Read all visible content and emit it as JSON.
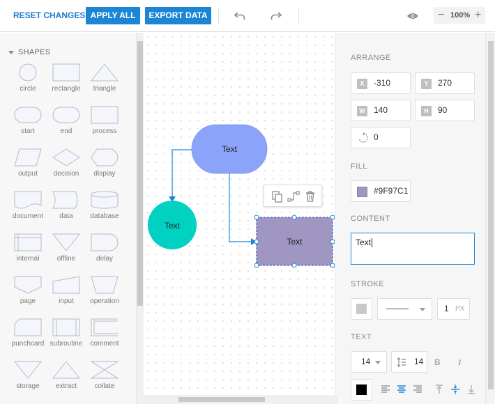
{
  "toolbar": {
    "reset_label": "RESET CHANGES",
    "apply_label": "APPLY ALL",
    "export_label": "EXPORT DATA",
    "zoom_value": "100%",
    "zoom_minus": "−",
    "zoom_plus": "+"
  },
  "sidebar": {
    "section_title": "SHAPES",
    "shapes": [
      {
        "name": "circle",
        "label": "circle"
      },
      {
        "name": "rectangle",
        "label": "rectangle"
      },
      {
        "name": "triangle",
        "label": "triangle"
      },
      {
        "name": "start",
        "label": "start"
      },
      {
        "name": "end",
        "label": "end"
      },
      {
        "name": "process",
        "label": "process"
      },
      {
        "name": "output",
        "label": "output"
      },
      {
        "name": "decision",
        "label": "decision"
      },
      {
        "name": "display",
        "label": "display"
      },
      {
        "name": "document",
        "label": "document"
      },
      {
        "name": "data",
        "label": "data"
      },
      {
        "name": "database",
        "label": "database"
      },
      {
        "name": "internal",
        "label": "internal"
      },
      {
        "name": "offline",
        "label": "offline"
      },
      {
        "name": "delay",
        "label": "delay"
      },
      {
        "name": "page",
        "label": "page"
      },
      {
        "name": "input",
        "label": "input"
      },
      {
        "name": "operation",
        "label": "operation"
      },
      {
        "name": "punchcard",
        "label": "punchcard"
      },
      {
        "name": "subroutine",
        "label": "subroutine"
      },
      {
        "name": "comment",
        "label": "comment"
      },
      {
        "name": "storage",
        "label": "storage"
      },
      {
        "name": "extract",
        "label": "extract"
      },
      {
        "name": "collate",
        "label": "collate"
      }
    ]
  },
  "canvas": {
    "shape_start_text": "Text",
    "shape_circle_text": "Text",
    "shape_rect_text": "Text",
    "colors": {
      "start_fill": "#8ba4f9",
      "circle_fill": "#00d1c1",
      "rect_fill": "#9f97c1",
      "connector": "#1c86d6"
    }
  },
  "properties": {
    "arrange": {
      "title": "ARRANGE",
      "x_label": "X",
      "x": "-310",
      "y_label": "Y",
      "y": "270",
      "w_label": "W",
      "w": "140",
      "h_label": "H",
      "h": "90",
      "rotation": "0"
    },
    "fill": {
      "title": "FILL",
      "color": "#9F97C1"
    },
    "content": {
      "title": "CONTENT",
      "text": "Text"
    },
    "stroke": {
      "title": "STROKE",
      "width": "1",
      "unit": "PX",
      "color": "#c8c8c8"
    },
    "text": {
      "title": "TEXT",
      "font_size": "14",
      "line_spacing": "14",
      "bold": "B",
      "italic": "I",
      "color": "#000000"
    }
  }
}
